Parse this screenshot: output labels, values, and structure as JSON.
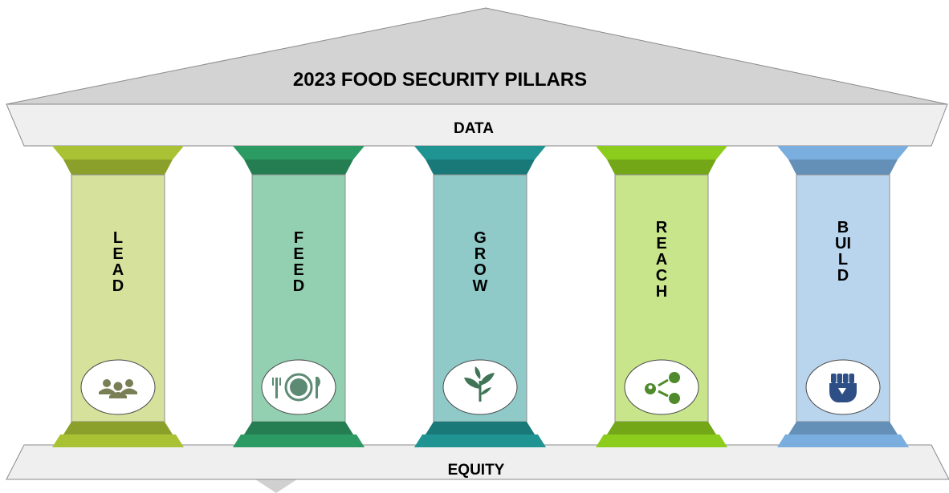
{
  "title": "2023 FOOD SECURITY PILLARS",
  "top_band": "DATA",
  "bottom_band": "EQUITY",
  "colors": {
    "roof": "#d4d3d4",
    "band": "#efefef",
    "outline": "#7a7a7a"
  },
  "pillars": [
    {
      "label": "LEAD",
      "icon": "people-group-icon",
      "cap": "#a9c234",
      "shaft": "#d6e19c",
      "icon_color": "#7a7e55"
    },
    {
      "label": "FEED",
      "icon": "plate-cutlery-icon",
      "cap": "#2c9a63",
      "shaft": "#93cfb1",
      "icon_color": "#5d8a73"
    },
    {
      "label": "GROW",
      "icon": "sprout-icon",
      "cap": "#1f9493",
      "shaft": "#8fcac9",
      "icon_color": "#3f7457"
    },
    {
      "label": "REACH",
      "icon": "share-network-icon",
      "cap": "#8ccc1c",
      "shaft": "#c8e58c",
      "icon_color": "#4f8a2c"
    },
    {
      "label": "BUILD",
      "icon": "raised-fist-icon",
      "cap": "#7aaedf",
      "shaft": "#b9d5ee",
      "icon_color": "#2d4f86"
    }
  ]
}
